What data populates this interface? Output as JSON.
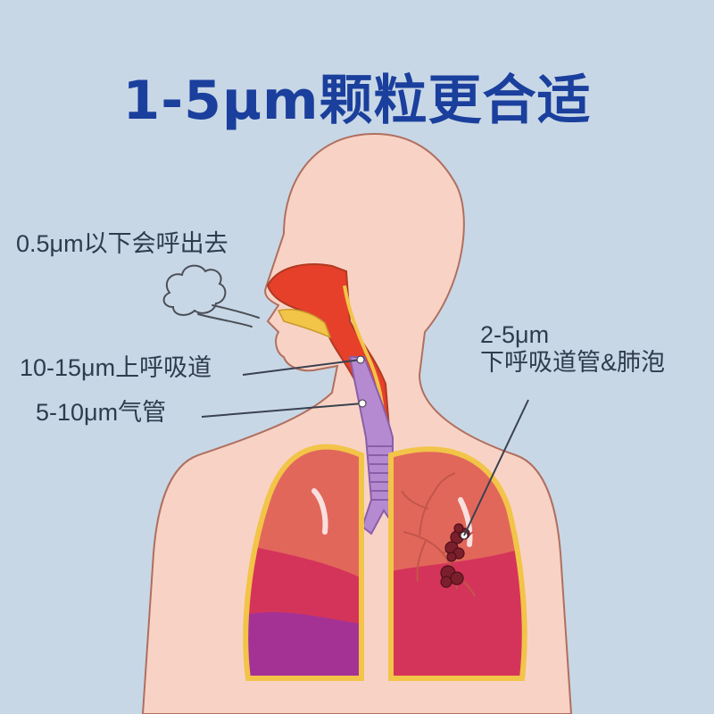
{
  "title": "1-5μm颗粒更合适",
  "labels": {
    "exhale": "0.5μm以下会呼出去",
    "upper_airway": "10-15μm上呼吸道",
    "trachea": "5-10μm气管",
    "deep_size": "2-5μm",
    "deep_region": "下呼吸道管&肺泡"
  },
  "colors": {
    "background": "#c8d7e6",
    "title": "#1a3f9c",
    "skin": "#f8d3c5",
    "outline": "#b06f5f",
    "airway": "#e6402a",
    "trachea": "#b58ad1",
    "lung_upper": "#e2675b",
    "lung_mid": "#d5345a",
    "lung_lower": "#a43294",
    "lung_rim": "#f2c448"
  },
  "icons": [
    "breath-cloud-icon",
    "particle-cluster-icon"
  ]
}
